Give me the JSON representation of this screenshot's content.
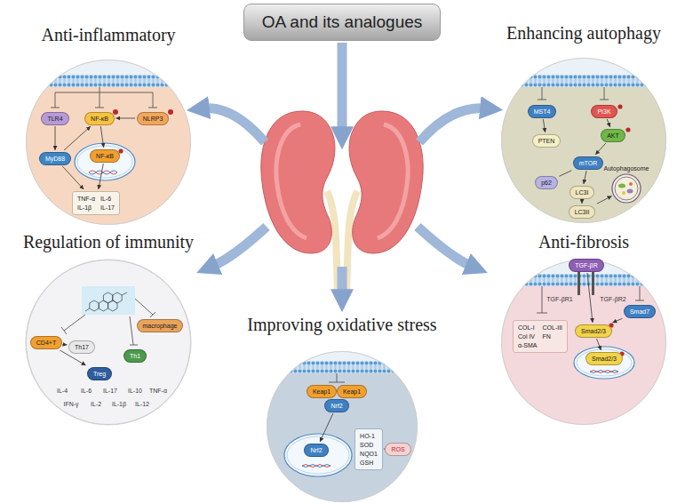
{
  "diagram": {
    "nodes": [
      {
        "text": [
          "OA and its analogues"
        ]
      },
      {
        "text": [
          "Anti-inflammatory"
        ]
      },
      {
        "text": [
          "TLR4"
        ],
        "in": 1
      },
      {
        "text": [
          "NF-κB"
        ],
        "in": 1
      },
      {
        "text": [
          "NLRP3"
        ],
        "in": 1
      },
      {
        "text": [
          "MyD88"
        ],
        "in": 1
      },
      {
        "text": [
          "NF-κB"
        ],
        "in": 1
      },
      {
        "text": [
          "TNF-α",
          "IL-6",
          "IL-1β",
          "IL-17"
        ],
        "in": 1
      },
      {
        "text": [
          "Enhancing autophagy"
        ]
      },
      {
        "text": [
          "MST4"
        ],
        "in": 8
      },
      {
        "text": [
          "PI3K"
        ],
        "in": 8
      },
      {
        "text": [
          "PTEN"
        ],
        "in": 8
      },
      {
        "text": [
          "AKT"
        ],
        "in": 8
      },
      {
        "text": [
          "mTOR"
        ],
        "in": 8
      },
      {
        "text": [
          "p62"
        ],
        "in": 8
      },
      {
        "text": [
          "LC3I"
        ],
        "in": 8
      },
      {
        "text": [
          "LC3II"
        ],
        "in": 8
      },
      {
        "text": [
          "Autophagosome"
        ],
        "in": 8
      },
      {
        "text": [
          "Regulation of immunity"
        ]
      },
      {
        "text": [
          "CD4+T"
        ],
        "in": 18
      },
      {
        "text": [
          "Th17"
        ],
        "in": 18
      },
      {
        "text": [
          "Treg"
        ],
        "in": 18
      },
      {
        "text": [
          "Th1"
        ],
        "in": 18
      },
      {
        "text": [
          "macrophage"
        ],
        "in": 18
      },
      {
        "text": [
          "Anti-fibrosis"
        ]
      },
      {
        "text": [
          "TGF-βR"
        ],
        "in": 24
      },
      {
        "text": [
          "Smad7"
        ],
        "in": 24
      },
      {
        "text": [
          "COL-I",
          "COL-III",
          "Col IV",
          "FN",
          "α-SMA"
        ],
        "in": 24
      },
      {
        "text": [
          "Smad2/3"
        ],
        "in": 24
      },
      {
        "text": [
          "Smad2/3"
        ],
        "in": 24
      },
      {
        "text": [
          "Improving oxidative stress"
        ]
      },
      {
        "text": [
          "Keap1"
        ],
        "in": 30
      },
      {
        "text": [
          "Keap1"
        ],
        "in": 30
      },
      {
        "text": [
          "Nrf2"
        ],
        "in": 30
      },
      {
        "text": [
          "Nrf2"
        ],
        "in": 30
      },
      {
        "text": [
          "HO-1",
          "SOD",
          "NQO1",
          "GSH"
        ],
        "in": 30
      },
      {
        "text": [
          "ROS"
        ],
        "in": 30
      }
    ],
    "edges": [
      {
        "from": 2,
        "to": 5,
        "arrow": "to"
      },
      {
        "from": 5,
        "to": 3,
        "arrow": "to"
      },
      {
        "from": 4,
        "to": 3,
        "arrow": "to"
      },
      {
        "from": 3,
        "to": 6,
        "arrow": "to"
      },
      {
        "from": 6,
        "to": 7,
        "arrow": "to"
      },
      {
        "from": 5,
        "to": 7,
        "arrow": "to"
      },
      {
        "from": 9,
        "to": 11,
        "arrow": "to"
      },
      {
        "from": 10,
        "to": 12,
        "arrow": "to"
      },
      {
        "from": 12,
        "to": 13,
        "arrow": "to"
      },
      {
        "from": 13,
        "to": 14,
        "arrow": "none"
      },
      {
        "from": 13,
        "to": 15,
        "arrow": "to"
      },
      {
        "from": 15,
        "to": 16,
        "arrow": "to"
      },
      {
        "from": 16,
        "to": 17,
        "arrow": "to"
      },
      {
        "from": 19,
        "to": 20,
        "arrow": "to"
      },
      {
        "from": 19,
        "to": 21,
        "arrow": "to"
      },
      {
        "from": 25,
        "to": 28,
        "arrow": "to"
      },
      {
        "from": 26,
        "to": 28,
        "arrow": "to"
      },
      {
        "from": 28,
        "to": 29,
        "arrow": "to"
      },
      {
        "from": 33,
        "to": 34,
        "arrow": "to"
      },
      {
        "from": 35,
        "to": 36,
        "arrow": "to"
      }
    ],
    "labels": [
      "IL-4",
      "IL-6",
      "IL-17",
      "IL-10",
      "TNF-α",
      "IFN-γ",
      "IL-2",
      "IL-1β",
      "IL-12",
      "TGF-βR1",
      "TGF-βR2"
    ]
  }
}
